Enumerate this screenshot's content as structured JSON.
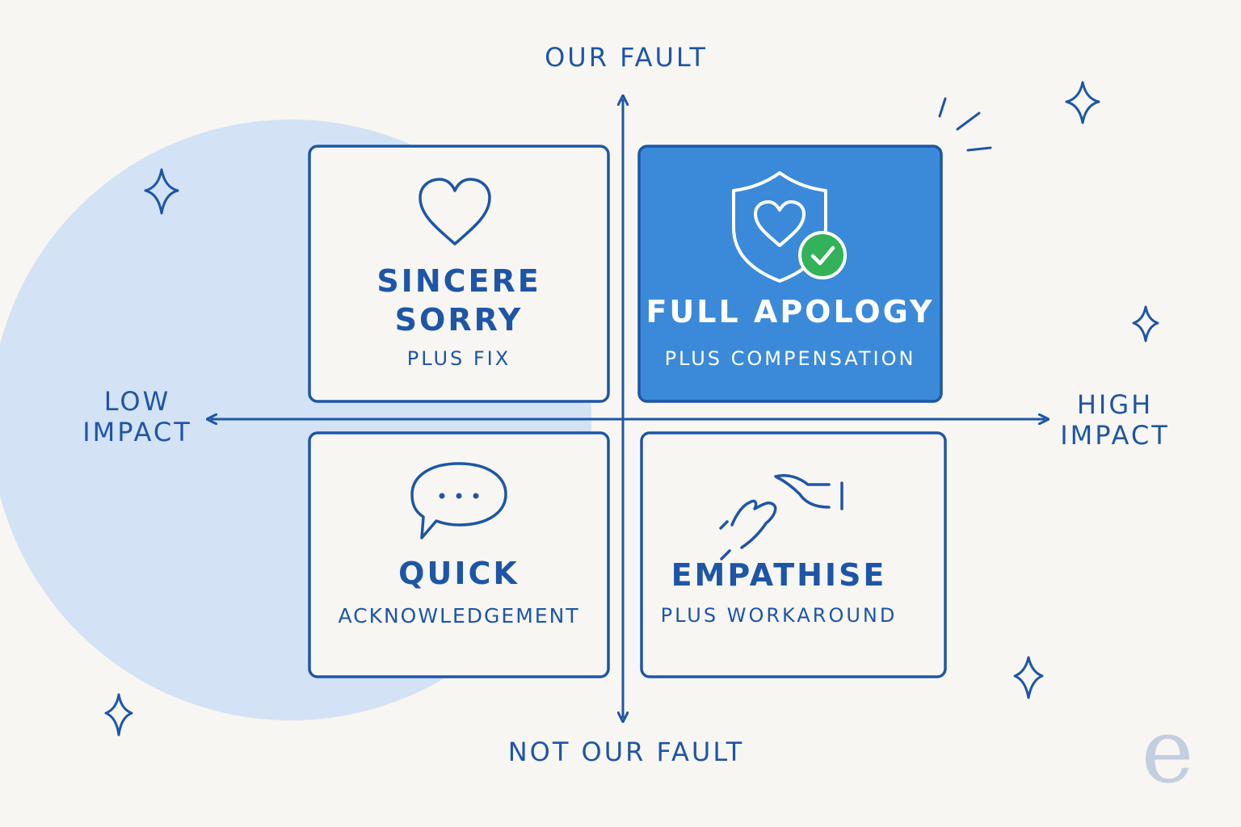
{
  "axes": {
    "top": "OUR FAULT",
    "bottom": "NOT OUR FAULT",
    "left": [
      "LOW",
      "IMPACT"
    ],
    "right": [
      "HIGH",
      "IMPACT"
    ]
  },
  "quadrants": {
    "top_left": {
      "title_lines": [
        "SINCERE",
        "SORRY"
      ],
      "subtitle": "PLUS FIX",
      "icon": "heart-icon"
    },
    "top_right": {
      "title_lines": [
        "FULL APOLOGY"
      ],
      "subtitle": "PLUS COMPENSATION",
      "icon": "shield-heart-check-icon",
      "highlighted": true
    },
    "bottom_left": {
      "title_lines": [
        "QUICK"
      ],
      "subtitle": "ACKNOWLEDGEMENT",
      "icon": "speech-bubble-icon"
    },
    "bottom_right": {
      "title_lines": [
        "EMPATHISE"
      ],
      "subtitle": "PLUS WORKAROUND",
      "icon": "reaching-hands-icon"
    }
  },
  "watermark": "e",
  "colors": {
    "ink": "#1d56a6",
    "highlight_fill": "#3b8ad9",
    "background": "#f8f6f2",
    "circle": "#d3e2f5",
    "check_green": "#34b25a"
  }
}
